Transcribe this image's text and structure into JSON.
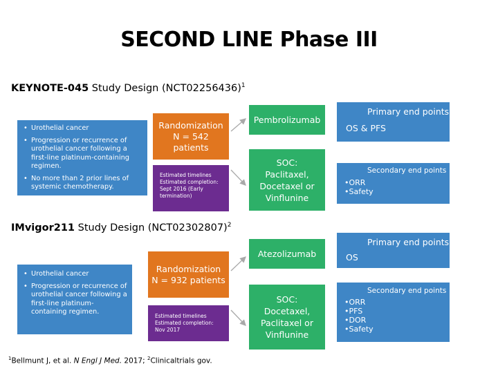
{
  "title": "SECOND LINE Phase III",
  "keynote": {
    "heading_bold": "KEYNOTE-045",
    "heading_rest": " Study Design (NCT02256436)",
    "heading_sup": "1",
    "inclusion": [
      "Urothelial cancer",
      "Progression or recurrence of urothelial cancer following a first-line platinum-containing regimen.",
      "No more than 2 prior lines of systemic chemotherapy."
    ],
    "randomization": "Randomization",
    "n_patients": "N = 542 patients",
    "timelines": "Estimated timelines\nEstimated completion:\nSept 2016 (Early\ntermination)",
    "arm1": "Pembrolizumab",
    "arm2": "SOC:\nPaclitaxel,\nDocetaxel or\nVinflunine",
    "primary_title": "Primary end points",
    "primary_value": "OS & PFS",
    "secondary_title": "Secondary end points",
    "secondary": [
      "ORR",
      "Safety"
    ]
  },
  "imvigor": {
    "heading_bold": "IMvigor211",
    "heading_rest": " Study Design (NCT02302807)",
    "heading_sup": "2",
    "inclusion": [
      "Urothelial cancer",
      "Progression or recurrence of urothelial cancer following a first-line platinum-containing regimen."
    ],
    "randomization": "Randomization",
    "n_patients": "N = 932 patients",
    "timelines": "Estimated timelines\nEstimated completion:\nNov 2017",
    "arm1": "Atezolizumab",
    "arm2": "SOC:\nDocetaxel,\nPaclitaxel or\nVinflunine",
    "primary_title": "Primary end points",
    "primary_value": "OS",
    "secondary_title": "Secondary end points",
    "secondary": [
      "ORR",
      "PFS",
      "DOR",
      "Safety"
    ]
  },
  "citation": {
    "sup1": "1",
    "text1": "Bellmunt J, et al. ",
    "journal": "N Engl J Med.",
    "text2": " 2017; ",
    "sup2": "2",
    "text3": "Clinicaltrials gov."
  },
  "colors": {
    "blue": "#3f86c6",
    "orange": "#e1761f",
    "purple": "#6c2c90",
    "green": "#2db068",
    "arrow": "#a9a9a9"
  }
}
